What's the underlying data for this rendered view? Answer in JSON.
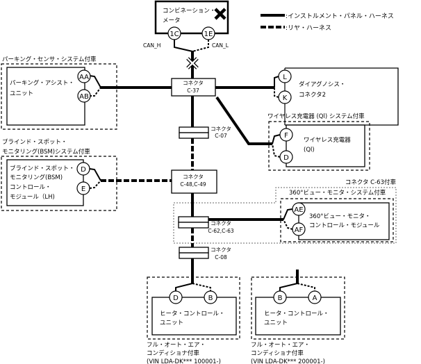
{
  "legend": {
    "instrument_panel_harness": ":インストルメント・パネル・ハーネス",
    "rear_harness": ":リヤ・ハーネス"
  },
  "combination_meter": {
    "line1": "コンビネーション・",
    "line2": "メータ",
    "pins": [
      "1C",
      "1E"
    ],
    "can_h": "CAN_H",
    "can_l": "CAN_L",
    "status": "x-mark-icon"
  },
  "parking": {
    "system_label": "パーキング・センサ・システム付車",
    "line1": "パーキング・アシスト・",
    "line2": "ユニット",
    "pins": [
      "AA",
      "AB"
    ]
  },
  "diag": {
    "line1": "ダイアグノシス・",
    "line2": "コネクタ2",
    "pins": [
      "L",
      "K"
    ]
  },
  "wireless": {
    "system_label": "ワイヤレス充電器 (Ql) システム付車",
    "line1": "ワイヤレス充電器",
    "line2": "(Ql)",
    "pins": [
      "F",
      "D"
    ]
  },
  "bsm": {
    "system_label1": "ブラインド・スポット・",
    "system_label2": "モニタリング(BSM)システム付車",
    "line1": "ブラインド・スポット・",
    "line2": "モニタリング(BSM)",
    "line3": "コントロール・",
    "line4": "モジュール（LH)",
    "pins": [
      "D",
      "E"
    ]
  },
  "connectors": {
    "c37": {
      "name": "コネクタ",
      "code": "C-37"
    },
    "c07": {
      "name": "コネクタ",
      "code": "C-07"
    },
    "c48": {
      "name": "コネクタ",
      "code": "C-48,C-49"
    },
    "c62": {
      "name": "コネクタ",
      "code": "C-62,C-63"
    },
    "c08": {
      "name": "コネクタ",
      "code": "C-08"
    }
  },
  "c63_label": "コネクタ C-63付車",
  "view360": {
    "system_label": "360°ビュー・モニタ・システム付車",
    "line1": "360°ビュー・モニタ・",
    "line2": "コントロール・モジュール",
    "pins": [
      "AE",
      "AF"
    ]
  },
  "heater1": {
    "line1": "ヒータ・コントロール・",
    "line2": "ユニット",
    "pins": [
      "D",
      "B"
    ],
    "cap1": "フル・オート・エア・",
    "cap2": "コンディショナ付車",
    "cap3": "(VIN LDA-DK*** 100001-)"
  },
  "heater2": {
    "line1": "ヒータ・コントロール・",
    "line2": "ユニット",
    "pins": [
      "B",
      "A"
    ],
    "cap1": "フル・オート・エア・",
    "cap2": "コンディショナ付車",
    "cap3": "(VIN LDA-DK*** 200001-)"
  }
}
